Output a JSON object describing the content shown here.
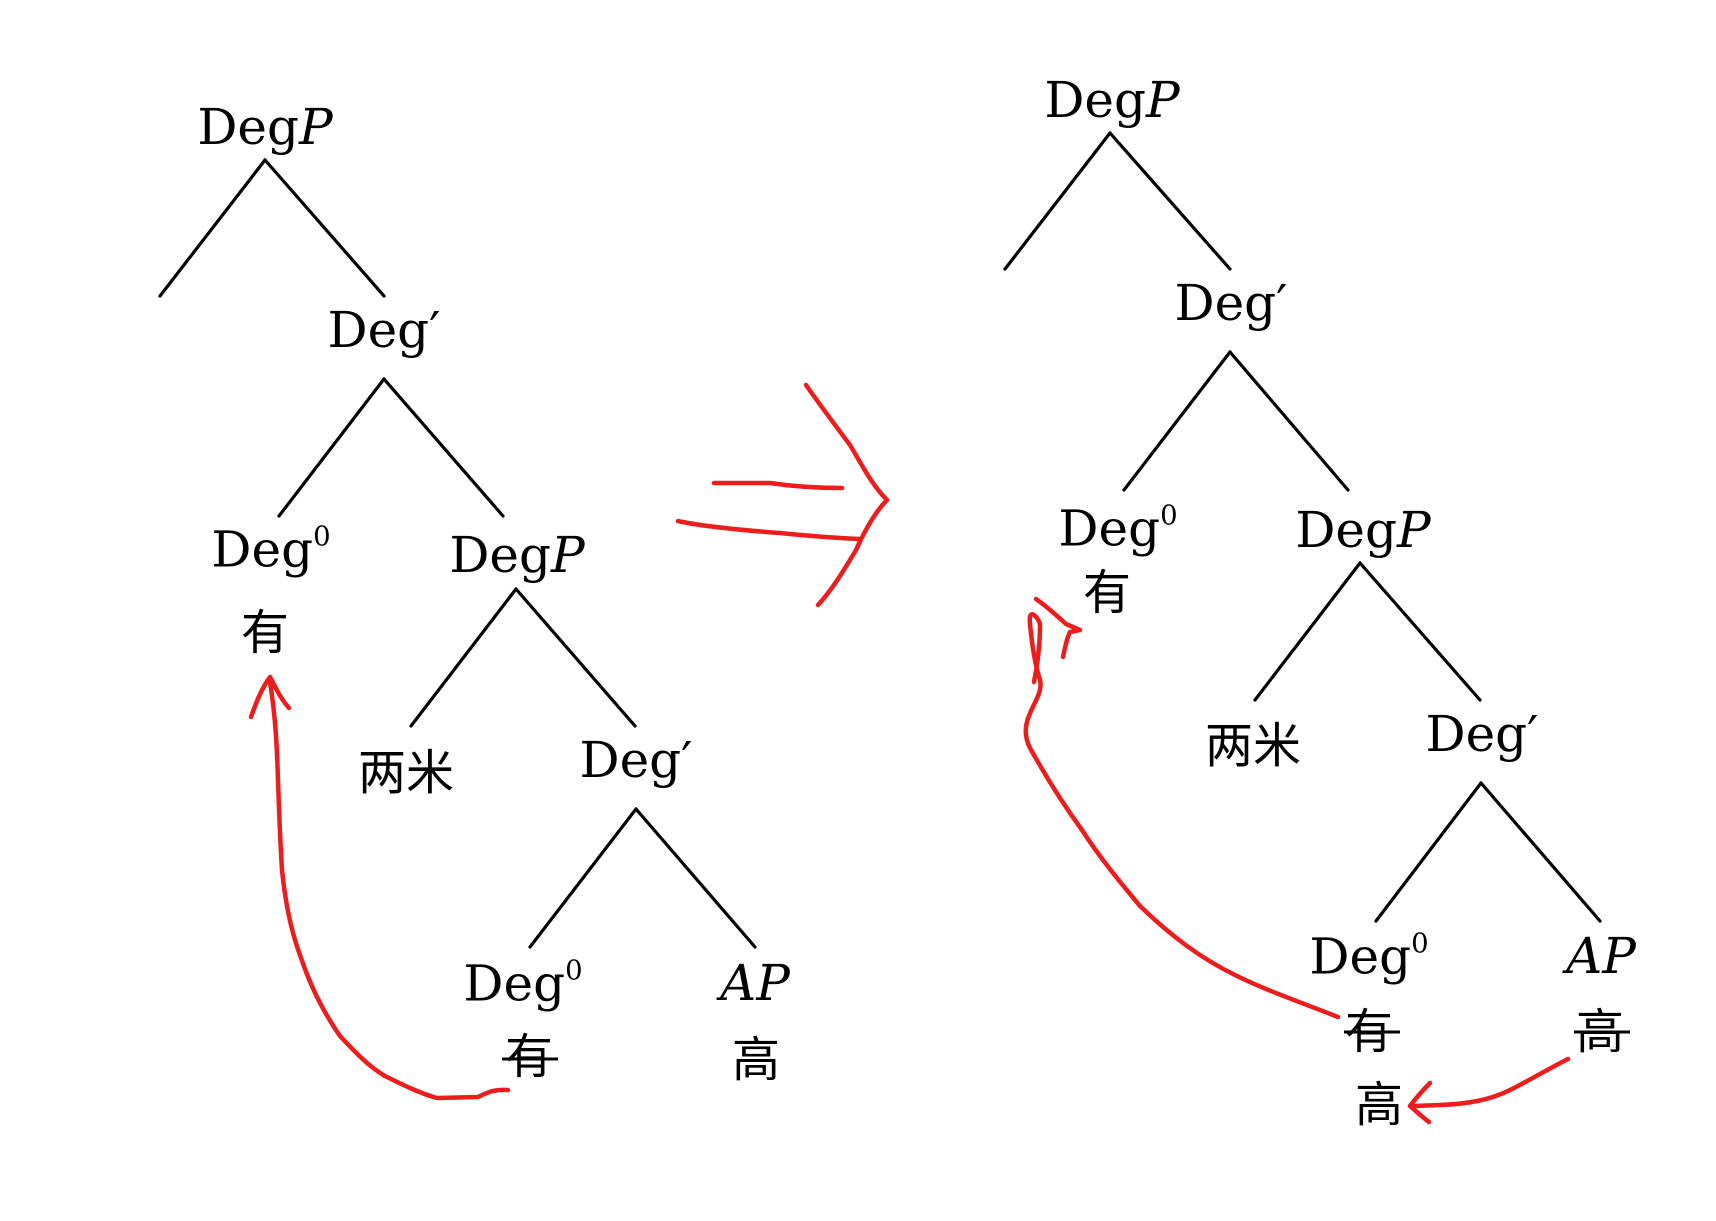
{
  "labels": {
    "degp": "Deg",
    "p": "P",
    "degbar": "Deg′",
    "deg0": "Deg",
    "zero": "0",
    "ap": "AP",
    "you": "有",
    "liangmi": "两米",
    "gao": "高"
  },
  "colors": {
    "tree": "#000000",
    "annotation": "#ee1d1d"
  }
}
